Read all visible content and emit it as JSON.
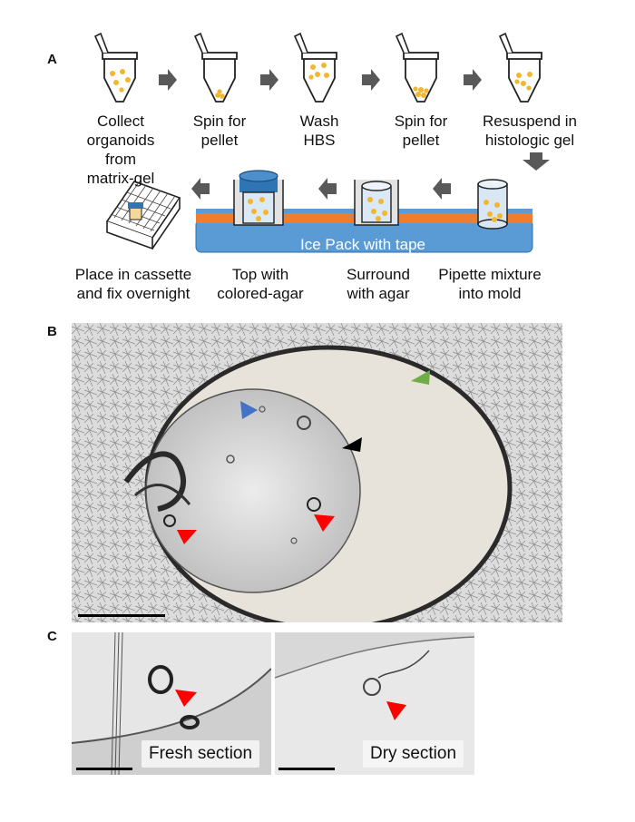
{
  "panels": {
    "a": "A",
    "b": "B",
    "c": "C"
  },
  "steps_row1": [
    "Collect\norganoids from\nmatrix-gel",
    "Spin for\npellet",
    "Wash\nHBS",
    "Spin for\npellet",
    "Resuspend in\nhistologic gel"
  ],
  "steps_row2": [
    "Place in cassette\nand fix overnight",
    "Top with\ncolored-agar",
    "Surround\nwith agar",
    "Pipette mixture\ninto mold"
  ],
  "ice_pack_label": "Ice Pack with tape",
  "captions": {
    "fresh": "Fresh section",
    "dry": "Dry section"
  },
  "colors": {
    "arrow": "#595959",
    "ice_pack": "#5b9bd5",
    "tape": "#ed7d31",
    "organoid": "#f2b630",
    "matrix_gel": "#f4b6d8",
    "colored_agar": "#2e75b6",
    "arrow_red": "#ff0000",
    "arrow_blue": "#4472c4",
    "arrow_green": "#70ad47",
    "arrow_black": "#000000"
  }
}
